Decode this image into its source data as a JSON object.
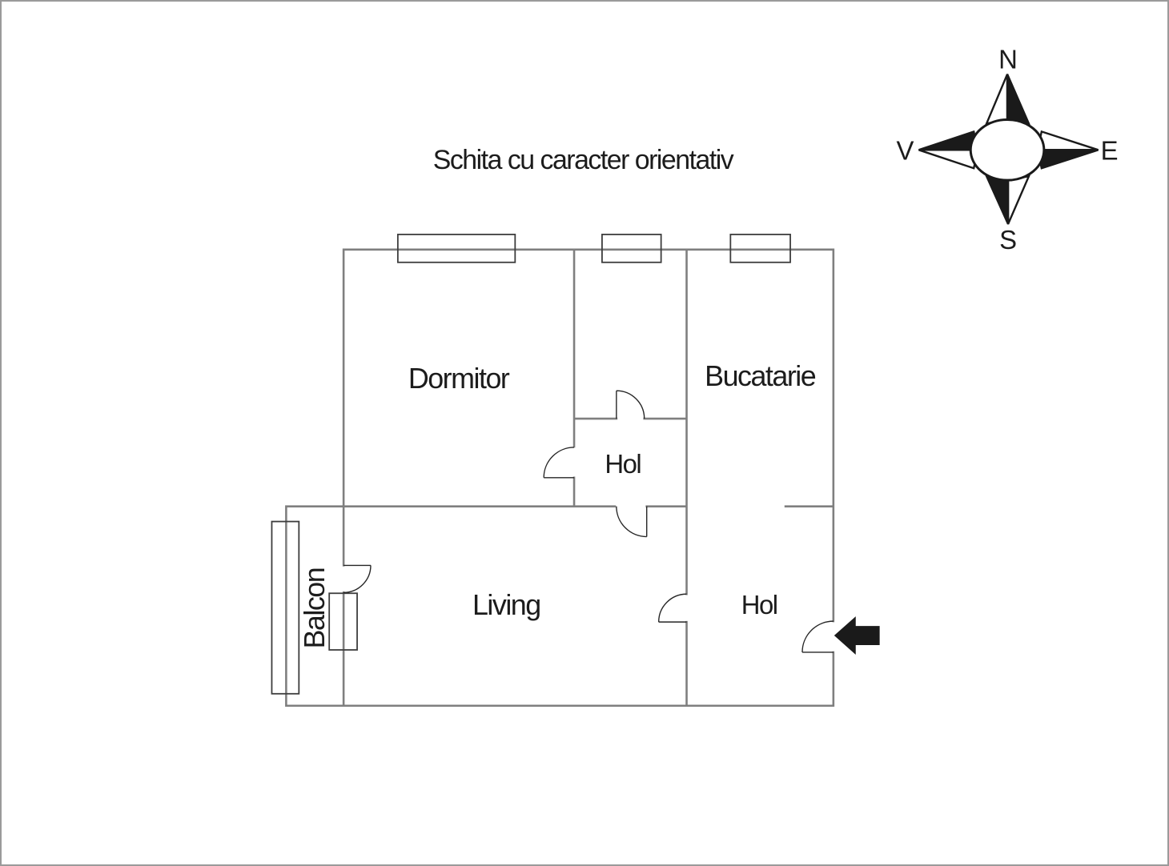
{
  "title": "Schita cu caracter orientativ",
  "rooms": {
    "dormitor": "Dormitor",
    "bucatarie": "Bucatarie",
    "hol_mid": "Hol",
    "living": "Living",
    "hol_entry": "Hol",
    "balcon": "Balcon"
  },
  "compass": {
    "north": "N",
    "east": "E",
    "south": "S",
    "west": "V"
  },
  "colors": {
    "wall": "#7f7f7f",
    "window": "#3d3d3d",
    "door": "#262626",
    "ink": "#1a1a1a",
    "background": "#ffffff",
    "border": "#9a9a9a"
  }
}
